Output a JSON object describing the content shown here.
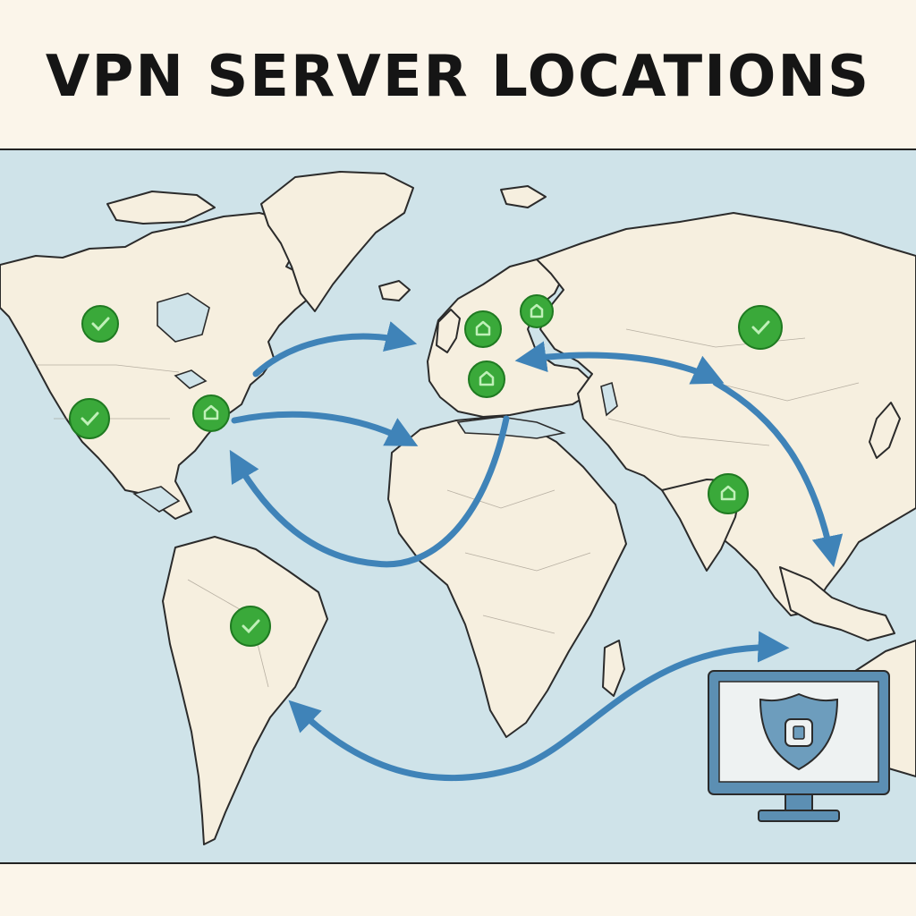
{
  "header": {
    "title": "VPN SERVER LOCATIONS"
  },
  "colors": {
    "ocean": "#cfe3e9",
    "land": "#f6efdf",
    "coastline": "#2b2b2b",
    "route": "#3f83b8",
    "server_marker": "#3aa93a",
    "server_marker_stroke": "#1f7a21",
    "monitor_frame": "#5c8fb3",
    "monitor_screen": "#eef2f2",
    "shield": "#6d9dbd"
  },
  "server_markers": [
    {
      "id": "canada",
      "icon": "check-icon"
    },
    {
      "id": "usa-west",
      "icon": "check-icon"
    },
    {
      "id": "usa-east",
      "icon": "home-icon"
    },
    {
      "id": "uk",
      "icon": "home-icon"
    },
    {
      "id": "scandinavia",
      "icon": "home-icon"
    },
    {
      "id": "central-europe",
      "icon": "home-icon"
    },
    {
      "id": "russia",
      "icon": "check-icon"
    },
    {
      "id": "india",
      "icon": "home-icon"
    },
    {
      "id": "brazil",
      "icon": "check-icon"
    }
  ],
  "routes": [
    {
      "id": "na-to-europe",
      "arrowheads": "end"
    },
    {
      "id": "usa-to-westafrica",
      "arrowheads": "end"
    },
    {
      "id": "europe-to-usa",
      "arrowheads": "end"
    },
    {
      "id": "europe-to-asia",
      "arrowheads": "both"
    },
    {
      "id": "asia-to-southeast",
      "arrowheads": "end"
    },
    {
      "id": "southamerica-to-oceania",
      "arrowheads": "both"
    }
  ],
  "device": {
    "icon": "secure-monitor-icon",
    "shield_icon": "shield-lock-icon"
  }
}
